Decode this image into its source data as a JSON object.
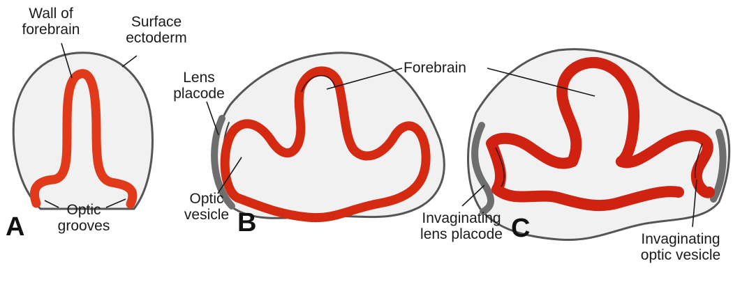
{
  "labels": {
    "wall_of_forebrain": [
      "Wall of",
      "forebrain"
    ],
    "surface_ectoderm": [
      "Surface",
      "ectoderm"
    ],
    "optic_grooves": [
      "Optic",
      "grooves"
    ],
    "lens_placode": [
      "Lens",
      "placode"
    ],
    "forebrain": "Forebrain",
    "optic_vesicle": [
      "Optic",
      "vesicle"
    ],
    "invaginating_lens_placode": [
      "Invaginating",
      "lens placode"
    ],
    "invaginating_optic_vesicle": [
      "Invaginating",
      "optic vesicle"
    ]
  },
  "stages": {
    "a": "A",
    "b": "B",
    "c": "C"
  },
  "colors": {
    "neuroectoderm": "#d42a12",
    "surface_ectoderm": "#6e6e6e",
    "mesenchyme": "#f1f1f1"
  }
}
